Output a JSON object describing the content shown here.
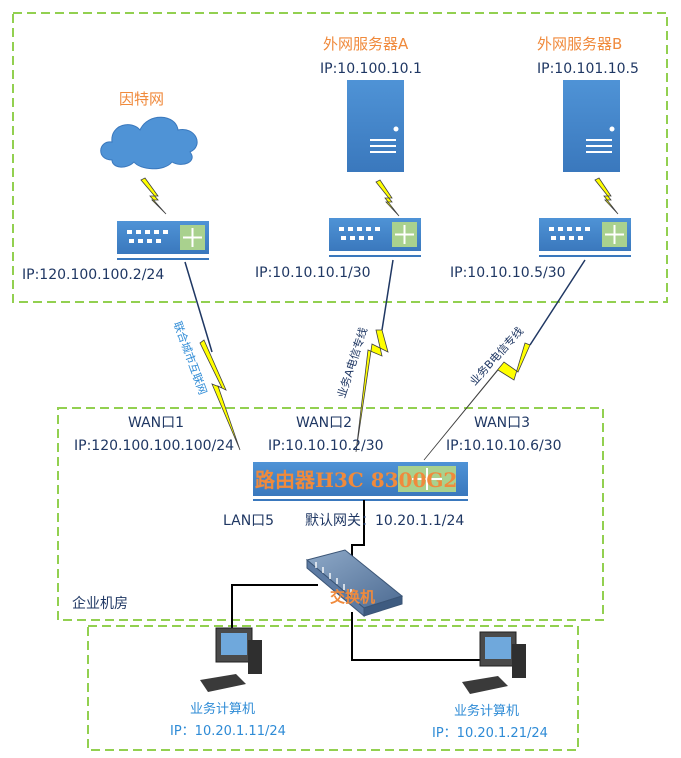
{
  "internet": {
    "label": "因特网",
    "ip": "IP:120.100.100.2/24"
  },
  "server_a": {
    "label": "外网服务器A",
    "ip": "IP:10.100.10.1"
  },
  "server_b": {
    "label": "外网服务器B",
    "ip": "IP:10.101.10.5"
  },
  "gateway_a_ip": "IP:10.10.10.1/30",
  "gateway_b_ip": "IP:10.10.10.5/30",
  "links": {
    "internet_line": "联合城市互联网",
    "line_a": "业务A电信专线",
    "line_b": "业务B电信专线"
  },
  "wan": [
    {
      "name": "WAN口1",
      "ip": "IP:120.100.100.100/24"
    },
    {
      "name": "WAN口2",
      "ip": "IP:10.10.10.2/30"
    },
    {
      "name": "WAN口3",
      "ip": "IP:10.10.10.6/30"
    }
  ],
  "router": {
    "title": "路由器H3C 8300G2",
    "lan": "LAN口5",
    "gateway": "默认网关：10.20.1.1/24"
  },
  "server_room": "企业机房",
  "switch_label": "交换机",
  "computers": [
    {
      "label": "业务计算机",
      "ip": "IP：10.20.1.11/24"
    },
    {
      "label": "业务计算机",
      "ip": "IP：10.20.1.21/24"
    }
  ],
  "colors": {
    "zone_border": "#92d050",
    "device_blue": "#3f82c8",
    "lightning": "#ffff00",
    "label_orange": "#f08a3c"
  }
}
